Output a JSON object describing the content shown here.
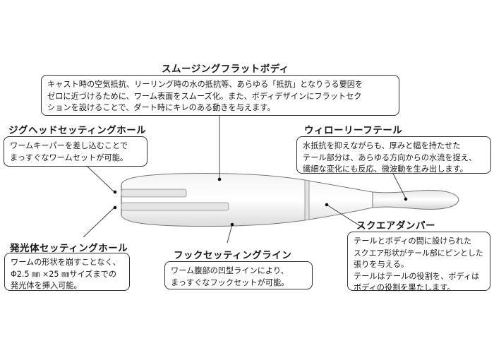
{
  "callouts": {
    "smoothing": {
      "title": "スムージングフラットボディ",
      "lines": [
        "キャスト時の空気抵抗、リーリング時の水の抵抗等、あらゆる「抵抗」となりうる要因を",
        "ゼロに近づけるために、ワーム表面をスムーズ化。また、ボディデザインにフラットセク",
        "ションを設けることで、ダート時にキレのある動きを与えます。"
      ]
    },
    "jighead": {
      "title": "ジグヘッドセッティングホール",
      "lines": [
        "ワームキーパーを差し込むことで",
        "まっすぐなワームセットが可能。"
      ]
    },
    "willow": {
      "title": "ウィローリーフテール",
      "lines": [
        "水抵抗を抑えながらも、厚みと幅を持たせた",
        "テール部分は、あらゆる方向からの水流を捉え、",
        "繊細な変化にも反応、微波動を生み出します。"
      ]
    },
    "luminous": {
      "title": "発光体セッティングホール",
      "lines": [
        "ワームの形状を崩すことなく、",
        "Φ2.5 ㎜ ×25 ㎜サイズまでの",
        "発光体を挿入可能。"
      ]
    },
    "hook": {
      "title": "フックセッティングライン",
      "lines": [
        "ワーム腹部の凹型ラインにより、",
        "まっすぐなフックセットが可能。"
      ]
    },
    "square": {
      "title": "スクエアダンパー",
      "lines": [
        "テールとボディの間に設けられた",
        "スクエア形状がテール部にピンとした",
        "張りを与える。",
        "テールはテールの役割を、ボディは",
        "ボディの役割を果たします。"
      ]
    }
  }
}
